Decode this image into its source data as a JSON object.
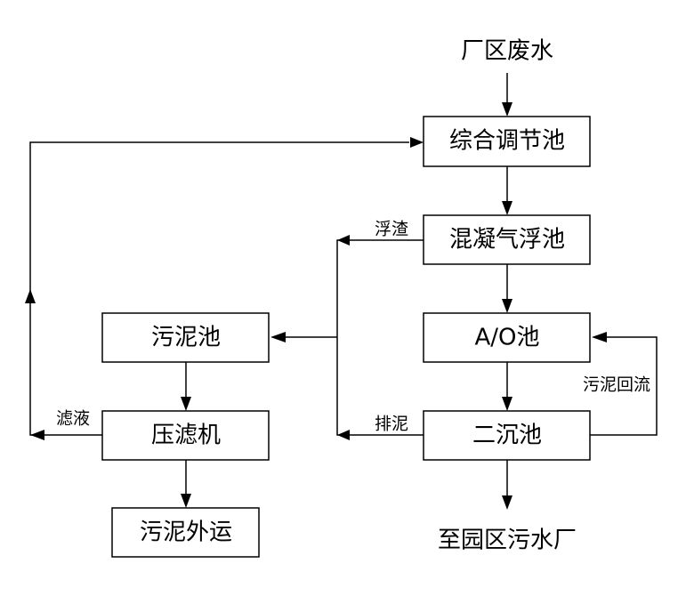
{
  "diagram": {
    "source": "厂区废水",
    "output": "至园区污水厂",
    "nodes": {
      "tiaojie": "综合调节池",
      "qifu": "混凝气浮池",
      "ao": "A/O池",
      "erchen": "二沉池",
      "wuni": "污泥池",
      "yalv": "压滤机",
      "waiyun": "污泥外运"
    },
    "edge_labels": {
      "fuzha": "浮渣",
      "paini": "排泥",
      "lvye": "滤液",
      "huiliu": "污泥回流"
    }
  }
}
